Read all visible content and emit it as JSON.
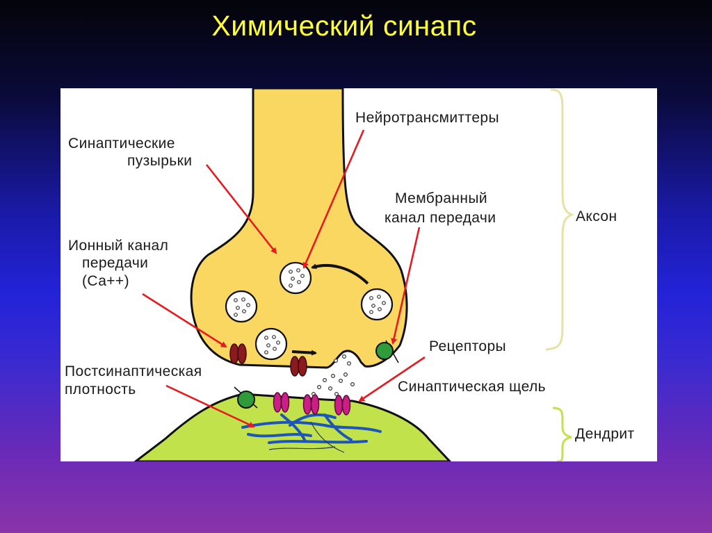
{
  "slide": {
    "title": "Химический синапс"
  },
  "labels": {
    "neurotransmitters": "Нейротрансмиттеры",
    "vesicles_line1": "Синаптические",
    "vesicles_line2": "пузырьки",
    "membrane_channel_line1": "Мембранный",
    "membrane_channel_line2": "канал передачи",
    "axon": "Аксон",
    "ion_channel_line1": "Ионный канал",
    "ion_channel_line2": "передачи",
    "ion_channel_line3": "(Са++)",
    "receptors": "Рецепторы",
    "postsynaptic_line1": "Постсинаптическая",
    "postsynaptic_line2": "плотность",
    "cleft": "Синаптическая щель",
    "dendrite": "Дендрит"
  },
  "colors": {
    "title": "#ffff33",
    "axon_fill": "#f9d760",
    "dendrite_fill": "#c2e24c",
    "outline": "#111111",
    "arrow": "#e8191f",
    "brace": "#e6e2a4",
    "ion_channel": "#8b1a1f",
    "receptor": "#cc1f86",
    "membrane_channel": "#2f9b3a",
    "cytoskeleton": "#1d55b8"
  }
}
